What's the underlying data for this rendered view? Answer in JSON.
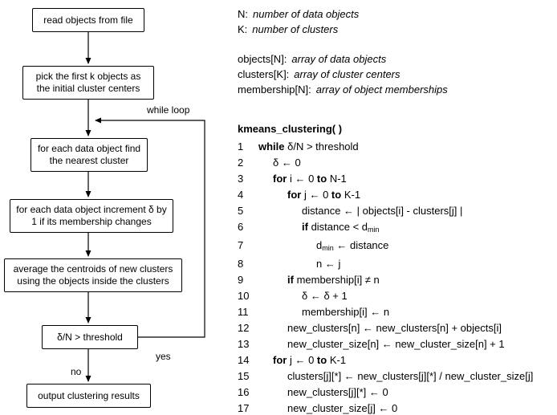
{
  "flowchart": {
    "boxes": [
      {
        "label": "read objects from file"
      },
      {
        "label": "pick the first k objects as the initial cluster centers"
      },
      {
        "label": "for each data object find the nearest cluster"
      },
      {
        "label": "for each data object increment δ by 1 if its membership changes"
      },
      {
        "label": "average the centroids of new clusters using the objects inside the clusters"
      },
      {
        "label": "δ/N > threshold"
      },
      {
        "label": "output clustering results"
      }
    ],
    "edge_labels": {
      "while_loop": "while loop",
      "yes": "yes",
      "no": "no"
    }
  },
  "declarations": {
    "scalars": [
      {
        "name": "N:",
        "desc": "number of data objects"
      },
      {
        "name": "K:",
        "desc": "number of clusters"
      }
    ],
    "arrays": [
      {
        "name": "objects[N]:",
        "desc": "array of data objects"
      },
      {
        "name": "clusters[K]:",
        "desc": "array of cluster centers"
      },
      {
        "name": "membership[N]:",
        "desc": "array of object memberships"
      }
    ]
  },
  "pseudocode": {
    "title": "kmeans_clustering( )",
    "lines": [
      {
        "num": "1",
        "indent": 0,
        "segs": [
          {
            "t": "while ",
            "b": true
          },
          {
            "t": "δ/N > threshold"
          }
        ]
      },
      {
        "num": "2",
        "indent": 1,
        "segs": [
          {
            "t": "δ ← 0"
          }
        ]
      },
      {
        "num": "3",
        "indent": 1,
        "segs": [
          {
            "t": "for ",
            "b": true
          },
          {
            "t": "i ← 0 "
          },
          {
            "t": "to ",
            "b": true
          },
          {
            "t": "N-1"
          }
        ]
      },
      {
        "num": "4",
        "indent": 2,
        "segs": [
          {
            "t": "for ",
            "b": true
          },
          {
            "t": "j ← 0 "
          },
          {
            "t": "to ",
            "b": true
          },
          {
            "t": "K-1"
          }
        ]
      },
      {
        "num": "5",
        "indent": 3,
        "segs": [
          {
            "t": "distance ← | objects[i] - clusters[j] |"
          }
        ]
      },
      {
        "num": "6",
        "indent": 3,
        "segs": [
          {
            "t": "if ",
            "b": true
          },
          {
            "t": "distance < d"
          },
          {
            "t": "min",
            "sub": true
          }
        ]
      },
      {
        "num": "7",
        "indent": 4,
        "segs": [
          {
            "t": "d"
          },
          {
            "t": "min",
            "sub": true
          },
          {
            "t": " ← distance"
          }
        ]
      },
      {
        "num": "8",
        "indent": 4,
        "segs": [
          {
            "t": "n ← j"
          }
        ]
      },
      {
        "num": "9",
        "indent": 2,
        "segs": [
          {
            "t": "if ",
            "b": true
          },
          {
            "t": "membership[i] ≠ n"
          }
        ]
      },
      {
        "num": "10",
        "indent": 3,
        "segs": [
          {
            "t": "δ ← δ + 1"
          }
        ]
      },
      {
        "num": "11",
        "indent": 3,
        "segs": [
          {
            "t": "membership[i] ← n"
          }
        ]
      },
      {
        "num": "12",
        "indent": 2,
        "segs": [
          {
            "t": "new_clusters[n] ← new_clusters[n] + objects[i]"
          }
        ]
      },
      {
        "num": "13",
        "indent": 2,
        "segs": [
          {
            "t": "new_cluster_size[n] ← new_cluster_size[n] + 1"
          }
        ]
      },
      {
        "num": "14",
        "indent": 1,
        "segs": [
          {
            "t": "for ",
            "b": true
          },
          {
            "t": "j ← 0 "
          },
          {
            "t": "to ",
            "b": true
          },
          {
            "t": "K-1"
          }
        ]
      },
      {
        "num": "15",
        "indent": 2,
        "segs": [
          {
            "t": "clusters[j][*] ← new_clusters[j][*] / new_cluster_size[j]"
          }
        ]
      },
      {
        "num": "16",
        "indent": 2,
        "segs": [
          {
            "t": "new_clusters[j][*] ← 0"
          }
        ]
      },
      {
        "num": "17",
        "indent": 2,
        "segs": [
          {
            "t": "new_cluster_size[j] ← 0"
          }
        ]
      }
    ]
  },
  "colors": {
    "stroke": "#000000",
    "background": "#ffffff"
  }
}
